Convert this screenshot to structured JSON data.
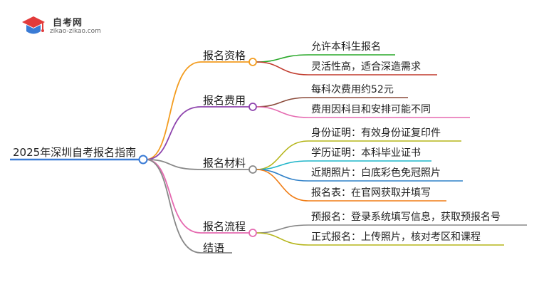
{
  "logo": {
    "title": "自考网",
    "url": "zikao-zikao.com",
    "icon": "graduation-cap-icon"
  },
  "root": "2025年深圳自考报名指南",
  "branches": [
    {
      "label": "报名资格",
      "color": "#f39c1f",
      "children": [
        {
          "label": "允许本科生报名",
          "color": "#2aa82a"
        },
        {
          "label": "灵活性高，适合深造需求",
          "color": "#c0392b"
        }
      ]
    },
    {
      "label": "报名费用",
      "color": "#8e44ad",
      "children": [
        {
          "label": "每科次费用约52元",
          "color": "#8b4a3a"
        },
        {
          "label": "费用因科目和安排可能不同",
          "color": "#e56ab0"
        }
      ]
    },
    {
      "label": "报名材料",
      "color": "#888888",
      "children": [
        {
          "label": "身份证明：有效身份证复印件",
          "color": "#b5b51a"
        },
        {
          "label": "学历证明：本科毕业证书",
          "color": "#1fb5c9"
        },
        {
          "label": "近期照片：白底彩色免冠照片",
          "color": "#2f80c8"
        },
        {
          "label": "报名表：在官网获取并填写",
          "color": "#f07d16"
        }
      ]
    },
    {
      "label": "报名流程",
      "color": "#e56ab0",
      "children": [
        {
          "label": "预报名：登录系统填写信息，获取预报名号",
          "color": "#888888"
        },
        {
          "label": "正式报名：上传照片，核对考区和课程",
          "color": "#b5b51a"
        }
      ]
    },
    {
      "label": "结语",
      "color": "#888888",
      "children": []
    }
  ]
}
